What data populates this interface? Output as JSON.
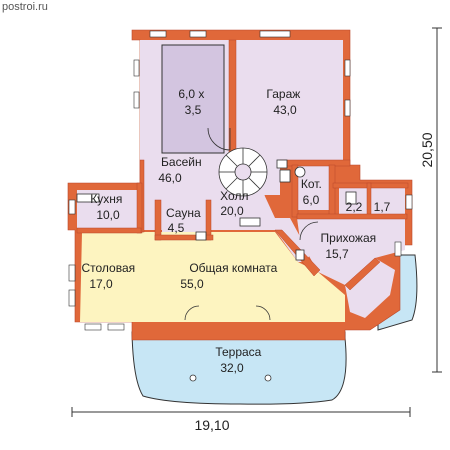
{
  "watermark": "postroi.ru",
  "dimensions": {
    "width": "19,10",
    "height": "20,50"
  },
  "rooms": [
    {
      "id": "pool_bowl",
      "lines": [
        "6,0 x",
        "3,5"
      ]
    },
    {
      "id": "garage",
      "lines": [
        "Гараж",
        "43,0"
      ]
    },
    {
      "id": "pool",
      "lines": [
        "Басейн",
        "46,0"
      ]
    },
    {
      "id": "kitchen",
      "lines": [
        "Кухня",
        "10,0"
      ]
    },
    {
      "id": "sauna",
      "lines": [
        "Сауна",
        "4,5"
      ]
    },
    {
      "id": "hall",
      "lines": [
        "Холл",
        "20,0"
      ]
    },
    {
      "id": "boiler",
      "lines": [
        "Кот.",
        "6,0"
      ]
    },
    {
      "id": "wc",
      "lines": [
        "2,2"
      ]
    },
    {
      "id": "closet",
      "lines": [
        "1,7"
      ]
    },
    {
      "id": "entrance",
      "lines": [
        "Прихожая",
        "15,7"
      ]
    },
    {
      "id": "dining",
      "lines": [
        "Столовая",
        "17,0"
      ]
    },
    {
      "id": "living",
      "lines": [
        "Общая комната",
        "55,0"
      ]
    },
    {
      "id": "terrace",
      "lines": [
        "Терраса",
        "32,0"
      ]
    }
  ],
  "colors": {
    "wall": "#e0683a",
    "wall_dark": "#b9462a",
    "floor_pink": "#eaddee",
    "pool_bowl": "#d3c5e0",
    "floor_yellow": "#fdf4c0",
    "terrace": "#c7e6f5",
    "line": "#333333"
  }
}
